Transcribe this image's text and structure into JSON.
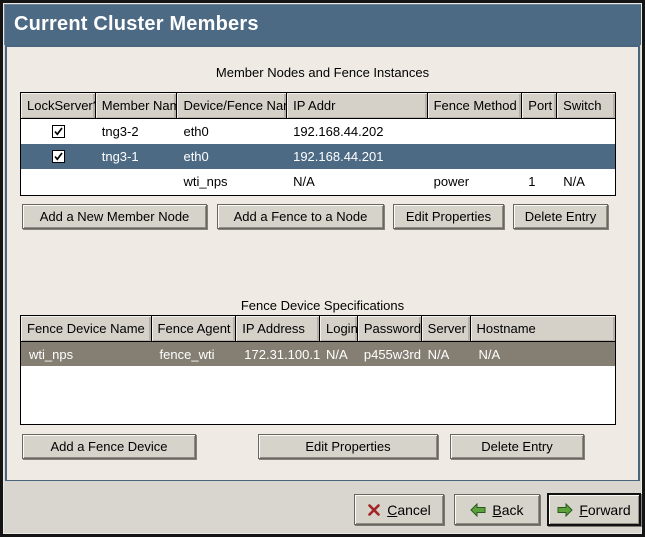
{
  "window": {
    "title": "Current Cluster Members"
  },
  "colors": {
    "titlebar_bg": "#4d6a85",
    "selected_row_blue": "#4d6a85",
    "selected_row_gray": "#857f73",
    "content_bg": "#efebe4",
    "footer_bg": "#d9d6d0",
    "button_face": "#d6d3cb",
    "cancel_icon_red": "#a32424",
    "arrow_icon_green": "#5ba13c"
  },
  "member_section": {
    "label": "Member Nodes and Fence Instances",
    "columns": [
      "LockServer?",
      "Member Name",
      "Device/Fence Name",
      "IP Addr",
      "Fence Method",
      "Port",
      "Switch"
    ],
    "rows": [
      {
        "lockserver_checked": true,
        "member_name": "tng3-2",
        "device_fence_name": "eth0",
        "ip_addr": "192.168.44.202",
        "fence_method": "",
        "port": "",
        "switch": "",
        "selected": false
      },
      {
        "lockserver_checked": true,
        "member_name": "tng3-1",
        "device_fence_name": "eth0",
        "ip_addr": "192.168.44.201",
        "fence_method": "",
        "port": "",
        "switch": "",
        "selected": true
      },
      {
        "lockserver_checked": false,
        "member_name": "",
        "device_fence_name": "wti_nps",
        "ip_addr": "N/A",
        "fence_method": "power",
        "port": "1",
        "switch": "N/A",
        "selected": false
      }
    ],
    "buttons": [
      "Add a New Member Node",
      "Add a Fence to a Node",
      "Edit Properties",
      "Delete Entry"
    ]
  },
  "fence_section": {
    "label": "Fence Device Specifications",
    "columns": [
      "Fence Device Name",
      "Fence Agent",
      "IP Address",
      "Login",
      "Password",
      "Server",
      "Hostname"
    ],
    "rows": [
      {
        "fence_device_name": "wti_nps",
        "fence_agent": "fence_wti",
        "ip_address": "172.31.100.1",
        "login": "N/A",
        "password": "p455w3rd",
        "server": "N/A",
        "hostname": "N/A",
        "selected": true
      }
    ],
    "buttons": [
      "Add a Fence Device",
      "Edit Properties",
      "Delete Entry"
    ]
  },
  "footer": {
    "cancel": {
      "mnemonic": "C",
      "rest": "ancel"
    },
    "back": {
      "mnemonic": "B",
      "rest": "ack"
    },
    "forward": {
      "mnemonic": "F",
      "rest": "orward"
    }
  }
}
